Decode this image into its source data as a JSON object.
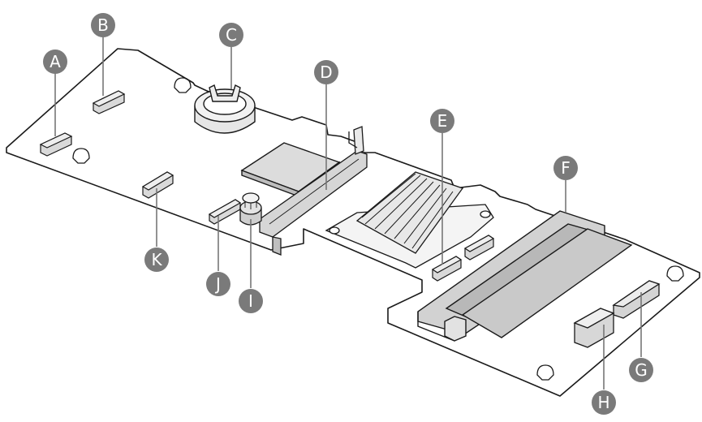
{
  "colors": {
    "board_fill": "#ffffff",
    "outline": "#1a1a1a",
    "heatsink": "#e8e8e8",
    "chip_top": "#dcdcdc",
    "connector": "#d6d6d6",
    "module_fill": "#c9c9c9",
    "callout_fill": "#7a7a7a",
    "callout_text": "#ffffff",
    "leader_line": "#777777"
  },
  "callouts": [
    {
      "id": "A",
      "label": "A"
    },
    {
      "id": "B",
      "label": "B"
    },
    {
      "id": "C",
      "label": "C"
    },
    {
      "id": "D",
      "label": "D"
    },
    {
      "id": "E",
      "label": "E"
    },
    {
      "id": "F",
      "label": "F"
    },
    {
      "id": "G",
      "label": "G"
    },
    {
      "id": "H",
      "label": "H"
    },
    {
      "id": "I",
      "label": "I"
    },
    {
      "id": "J",
      "label": "J"
    },
    {
      "id": "K",
      "label": "K"
    }
  ]
}
